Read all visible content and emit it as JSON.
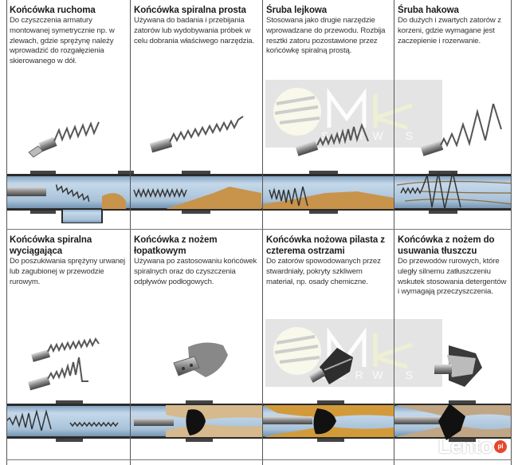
{
  "grid": {
    "rows": [
      {
        "cells": [
          {
            "title": "Końcówka ruchoma",
            "description": "Do czyszczenia armatury montowanej symetrycznie np. w zlewach, gdzie sprężynę należy wprowadzić do rozgałęzienia skierowanego w dół.",
            "tool_icon": "swivel-spring-tip-icon",
            "pipe_illustration": "pipe-branch-illustration"
          },
          {
            "title": "Końcówka spiralna prosta",
            "description": "Używana do badania i przebijania zatorów lub wydobywania próbek w celu dobrania właściwego narzędzia.",
            "tool_icon": "straight-spiral-tip-icon",
            "pipe_illustration": "pipe-probe-illustration"
          },
          {
            "title": "Śruba lejkowa",
            "description": "Stosowana jako drugie narzędzie wprowadzane do przewodu. Rozbija resztki zatoru pozostawione przez końcówkę spiralną prostą.",
            "tool_icon": "funnel-auger-icon",
            "pipe_illustration": "pipe-funnel-illustration"
          },
          {
            "title": "Śruba hakowa",
            "description": "Do dużych i zwartych zatorów z korzeni, gdzie wymagane jest zaczepienie i rozerwanie.",
            "tool_icon": "hook-auger-icon",
            "pipe_illustration": "pipe-roots-illustration"
          }
        ]
      },
      {
        "cells": [
          {
            "title": "Końcówka spiralna wyciągająca",
            "description": "Do poszukiwania sprężyny urwanej lub zagubionej w przewodzie rurowym.",
            "tool_icon": "retrieving-spiral-tip-icon",
            "pipe_illustration": "pipe-retrieve-illustration"
          },
          {
            "title": "Końcówka z nożem łopatkowym",
            "description": "Używana po zastosowaniu końcówek spiralnych oraz do czyszczenia odpływów podłogowych.",
            "tool_icon": "spade-cutter-icon",
            "pipe_illustration": "pipe-spade-illustration"
          },
          {
            "title": "Końcówka nożowa pilasta z czterema ostrzami",
            "description": "Do zatorów spowodowanych przez stwardniały, pokryty szkliwem materiał, np. osady chemiczne.",
            "tool_icon": "four-blade-saw-cutter-icon",
            "pipe_illustration": "pipe-saw-illustration"
          },
          {
            "title": "Końcówka z nożem do usuwania tłuszczu",
            "description": "Do przewodów rurowych, które uległy silnemu zatłuszczeniu wskutek stosowania detergentów i wymagają przeczyszczenia.",
            "tool_icon": "grease-cutter-icon",
            "pipe_illustration": "pipe-grease-illustration"
          }
        ]
      }
    ]
  },
  "watermark": {
    "brand_letters": "MK",
    "sub_text": "SERWIS"
  },
  "lento_badge": {
    "word": "Lento",
    "suffix": "pl"
  },
  "colors": {
    "pipe_water": "#a9c4dc",
    "pipe_wall": "#2b2b2b",
    "debris": "#c8934a",
    "lento_red": "#e5482e"
  }
}
